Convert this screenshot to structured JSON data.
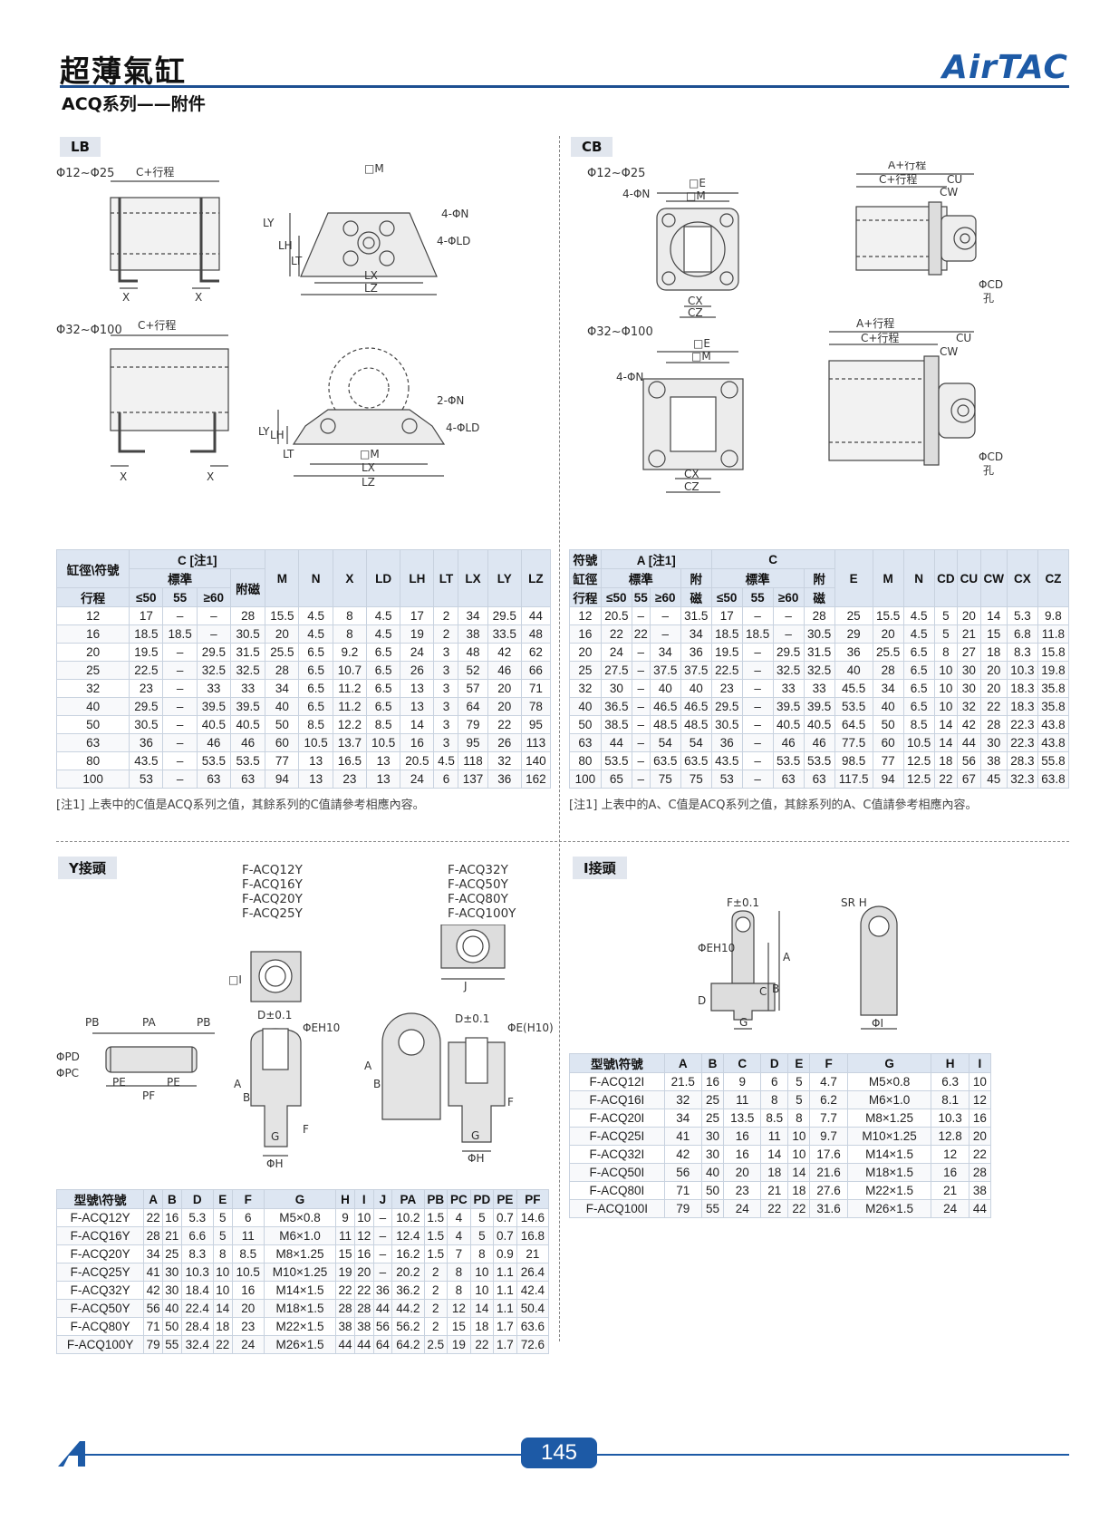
{
  "header": {
    "title": "超薄氣缸",
    "subtitle": "ACQ系列——附件",
    "brand": "AirTAC"
  },
  "footer": {
    "page": "145"
  },
  "lb": {
    "tag": "LB",
    "range1": "Φ12~Φ25",
    "range2": "Φ32~Φ100",
    "dims": {
      "c": "C+行程",
      "m": "□M",
      "n4": "4-ΦN",
      "n2": "2-ΦN",
      "ld": "4-ΦLD",
      "x": "X",
      "lx": "LX",
      "lz": "LZ",
      "ly": "LY",
      "lh": "LH",
      "lt": "LT"
    },
    "table": {
      "h_bore": "缸徑\\符號",
      "h_c": "C [注1]",
      "h_std": "標準",
      "h_mag": "附磁",
      "h_stroke": "行程",
      "h_s1": "≤50",
      "h_s2": "55",
      "h_s3": "≥60",
      "cols": [
        "M",
        "N",
        "X",
        "LD",
        "LH",
        "LT",
        "LX",
        "LY",
        "LZ"
      ],
      "rows": [
        [
          "12",
          "17",
          "–",
          "–",
          "28",
          "15.5",
          "4.5",
          "8",
          "4.5",
          "17",
          "2",
          "34",
          "29.5",
          "44"
        ],
        [
          "16",
          "18.5",
          "18.5",
          "–",
          "30.5",
          "20",
          "4.5",
          "8",
          "4.5",
          "19",
          "2",
          "38",
          "33.5",
          "48"
        ],
        [
          "20",
          "19.5",
          "–",
          "29.5",
          "31.5",
          "25.5",
          "6.5",
          "9.2",
          "6.5",
          "24",
          "3",
          "48",
          "42",
          "62"
        ],
        [
          "25",
          "22.5",
          "–",
          "32.5",
          "32.5",
          "28",
          "6.5",
          "10.7",
          "6.5",
          "26",
          "3",
          "52",
          "46",
          "66"
        ],
        [
          "32",
          "23",
          "–",
          "33",
          "33",
          "34",
          "6.5",
          "11.2",
          "6.5",
          "13",
          "3",
          "57",
          "20",
          "71"
        ],
        [
          "40",
          "29.5",
          "–",
          "39.5",
          "39.5",
          "40",
          "6.5",
          "11.2",
          "6.5",
          "13",
          "3",
          "64",
          "20",
          "78"
        ],
        [
          "50",
          "30.5",
          "–",
          "40.5",
          "40.5",
          "50",
          "8.5",
          "12.2",
          "8.5",
          "14",
          "3",
          "79",
          "22",
          "95"
        ],
        [
          "63",
          "36",
          "–",
          "46",
          "46",
          "60",
          "10.5",
          "13.7",
          "10.5",
          "16",
          "3",
          "95",
          "26",
          "113"
        ],
        [
          "80",
          "43.5",
          "–",
          "53.5",
          "53.5",
          "77",
          "13",
          "16.5",
          "13",
          "20.5",
          "4.5",
          "118",
          "32",
          "140"
        ],
        [
          "100",
          "53",
          "–",
          "63",
          "63",
          "94",
          "13",
          "23",
          "13",
          "24",
          "6",
          "137",
          "36",
          "162"
        ]
      ],
      "note": "[注1] 上表中的C值是ACQ系列之值，其餘系列的C值請參考相應內容。"
    }
  },
  "cb": {
    "tag": "CB",
    "range1": "Φ12~Φ25",
    "range2": "Φ32~Φ100",
    "dims": {
      "a": "A+行程",
      "c": "C+行程",
      "cu": "CU",
      "cw": "CW",
      "e": "□E",
      "m": "□M",
      "n": "4-ΦN",
      "cx": "CX",
      "cz": "CZ",
      "cd": "ΦCD",
      "hole": "孔"
    },
    "table": {
      "h_sym": "符號",
      "h_bore": "缸徑",
      "h_a": "A [注1]",
      "h_c": "C",
      "h_std": "標準",
      "h_fu": "附",
      "h_ci": "磁",
      "h_stroke": "行程",
      "h_s1": "≤50",
      "h_s2": "55",
      "h_s3": "≥60",
      "cols": [
        "E",
        "M",
        "N",
        "CD",
        "CU",
        "CW",
        "CX",
        "CZ"
      ],
      "rows": [
        [
          "12",
          "20.5",
          "–",
          "–",
          "31.5",
          "17",
          "–",
          "–",
          "28",
          "25",
          "15.5",
          "4.5",
          "5",
          "20",
          "14",
          "5.3",
          "9.8"
        ],
        [
          "16",
          "22",
          "22",
          "–",
          "34",
          "18.5",
          "18.5",
          "–",
          "30.5",
          "29",
          "20",
          "4.5",
          "5",
          "21",
          "15",
          "6.8",
          "11.8"
        ],
        [
          "20",
          "24",
          "–",
          "34",
          "36",
          "19.5",
          "–",
          "29.5",
          "31.5",
          "36",
          "25.5",
          "6.5",
          "8",
          "27",
          "18",
          "8.3",
          "15.8"
        ],
        [
          "25",
          "27.5",
          "–",
          "37.5",
          "37.5",
          "22.5",
          "–",
          "32.5",
          "32.5",
          "40",
          "28",
          "6.5",
          "10",
          "30",
          "20",
          "10.3",
          "19.8"
        ],
        [
          "32",
          "30",
          "–",
          "40",
          "40",
          "23",
          "–",
          "33",
          "33",
          "45.5",
          "34",
          "6.5",
          "10",
          "30",
          "20",
          "18.3",
          "35.8"
        ],
        [
          "40",
          "36.5",
          "–",
          "46.5",
          "46.5",
          "29.5",
          "–",
          "39.5",
          "39.5",
          "53.5",
          "40",
          "6.5",
          "10",
          "32",
          "22",
          "18.3",
          "35.8"
        ],
        [
          "50",
          "38.5",
          "–",
          "48.5",
          "48.5",
          "30.5",
          "–",
          "40.5",
          "40.5",
          "64.5",
          "50",
          "8.5",
          "14",
          "42",
          "28",
          "22.3",
          "43.8"
        ],
        [
          "63",
          "44",
          "–",
          "54",
          "54",
          "36",
          "–",
          "46",
          "46",
          "77.5",
          "60",
          "10.5",
          "14",
          "44",
          "30",
          "22.3",
          "43.8"
        ],
        [
          "80",
          "53.5",
          "–",
          "63.5",
          "63.5",
          "43.5",
          "–",
          "53.5",
          "53.5",
          "98.5",
          "77",
          "12.5",
          "18",
          "56",
          "38",
          "28.3",
          "55.8"
        ],
        [
          "100",
          "65",
          "–",
          "75",
          "75",
          "53",
          "–",
          "63",
          "63",
          "117.5",
          "94",
          "12.5",
          "22",
          "67",
          "45",
          "32.3",
          "63.8"
        ]
      ],
      "note": "[注1] 上表中的A、C值是ACQ系列之值，其餘系列的A、C值請參考相應內容。"
    }
  },
  "y": {
    "tag": "Y接頭",
    "models1": "F-ACQ12Y\nF-ACQ16Y\nF-ACQ20Y\nF-ACQ25Y",
    "models2": "F-ACQ32Y\nF-ACQ50Y\nF-ACQ80Y\nF-ACQ100Y",
    "dims": {
      "pb": "PB",
      "pa": "PA",
      "pe": "PE",
      "pf": "PF",
      "pd": "ΦPD",
      "pc": "ΦPC",
      "d": "D±0.1",
      "eh": "ΦEH10",
      "eh2": "ΦE(H10)",
      "a": "A",
      "b": "B",
      "f": "F",
      "g": "G",
      "h": "ΦH",
      "i": "□I",
      "j": "J"
    },
    "table": {
      "cols": [
        "型號\\符號",
        "A",
        "B",
        "D",
        "E",
        "F",
        "G",
        "H",
        "I",
        "J",
        "PA",
        "PB",
        "PC",
        "PD",
        "PE",
        "PF"
      ],
      "rows": [
        [
          "F-ACQ12Y",
          "22",
          "16",
          "5.3",
          "5",
          "6",
          "M5×0.8",
          "9",
          "10",
          "–",
          "10.2",
          "1.5",
          "4",
          "5",
          "0.7",
          "14.6"
        ],
        [
          "F-ACQ16Y",
          "28",
          "21",
          "6.6",
          "5",
          "11",
          "M6×1.0",
          "11",
          "12",
          "–",
          "12.4",
          "1.5",
          "4",
          "5",
          "0.7",
          "16.8"
        ],
        [
          "F-ACQ20Y",
          "34",
          "25",
          "8.3",
          "8",
          "8.5",
          "M8×1.25",
          "15",
          "16",
          "–",
          "16.2",
          "1.5",
          "7",
          "8",
          "0.9",
          "21"
        ],
        [
          "F-ACQ25Y",
          "41",
          "30",
          "10.3",
          "10",
          "10.5",
          "M10×1.25",
          "19",
          "20",
          "–",
          "20.2",
          "2",
          "8",
          "10",
          "1.1",
          "26.4"
        ],
        [
          "F-ACQ32Y",
          "42",
          "30",
          "18.4",
          "10",
          "16",
          "M14×1.5",
          "22",
          "22",
          "36",
          "36.2",
          "2",
          "8",
          "10",
          "1.1",
          "42.4"
        ],
        [
          "F-ACQ50Y",
          "56",
          "40",
          "22.4",
          "14",
          "20",
          "M18×1.5",
          "28",
          "28",
          "44",
          "44.2",
          "2",
          "12",
          "14",
          "1.1",
          "50.4"
        ],
        [
          "F-ACQ80Y",
          "71",
          "50",
          "28.4",
          "18",
          "23",
          "M22×1.5",
          "38",
          "38",
          "56",
          "56.2",
          "2",
          "15",
          "18",
          "1.7",
          "63.6"
        ],
        [
          "F-ACQ100Y",
          "79",
          "55",
          "32.4",
          "22",
          "24",
          "M26×1.5",
          "44",
          "44",
          "64",
          "64.2",
          "2.5",
          "19",
          "22",
          "1.7",
          "72.6"
        ]
      ]
    }
  },
  "i": {
    "tag": "I接頭",
    "dims": {
      "f": "F±0.1",
      "srh": "SR H",
      "eh": "ΦEH10",
      "a": "A",
      "b": "B",
      "c": "C",
      "d": "D",
      "g": "G",
      "i": "ΦI"
    },
    "table": {
      "cols": [
        "型號\\符號",
        "A",
        "B",
        "C",
        "D",
        "E",
        "F",
        "G",
        "H",
        "I"
      ],
      "rows": [
        [
          "F-ACQ12I",
          "21.5",
          "16",
          "9",
          "6",
          "5",
          "4.7",
          "M5×0.8",
          "6.3",
          "10"
        ],
        [
          "F-ACQ16I",
          "32",
          "25",
          "11",
          "8",
          "5",
          "6.2",
          "M6×1.0",
          "8.1",
          "12"
        ],
        [
          "F-ACQ20I",
          "34",
          "25",
          "13.5",
          "8.5",
          "8",
          "7.7",
          "M8×1.25",
          "10.3",
          "16"
        ],
        [
          "F-ACQ25I",
          "41",
          "30",
          "16",
          "11",
          "10",
          "9.7",
          "M10×1.25",
          "12.8",
          "20"
        ],
        [
          "F-ACQ32I",
          "42",
          "30",
          "16",
          "14",
          "10",
          "17.6",
          "M14×1.5",
          "12",
          "22"
        ],
        [
          "F-ACQ50I",
          "56",
          "40",
          "20",
          "18",
          "14",
          "21.6",
          "M18×1.5",
          "16",
          "28"
        ],
        [
          "F-ACQ80I",
          "71",
          "50",
          "23",
          "21",
          "18",
          "27.6",
          "M22×1.5",
          "21",
          "38"
        ],
        [
          "F-ACQ100I",
          "79",
          "55",
          "24",
          "22",
          "22",
          "31.6",
          "M26×1.5",
          "24",
          "44"
        ]
      ]
    }
  }
}
